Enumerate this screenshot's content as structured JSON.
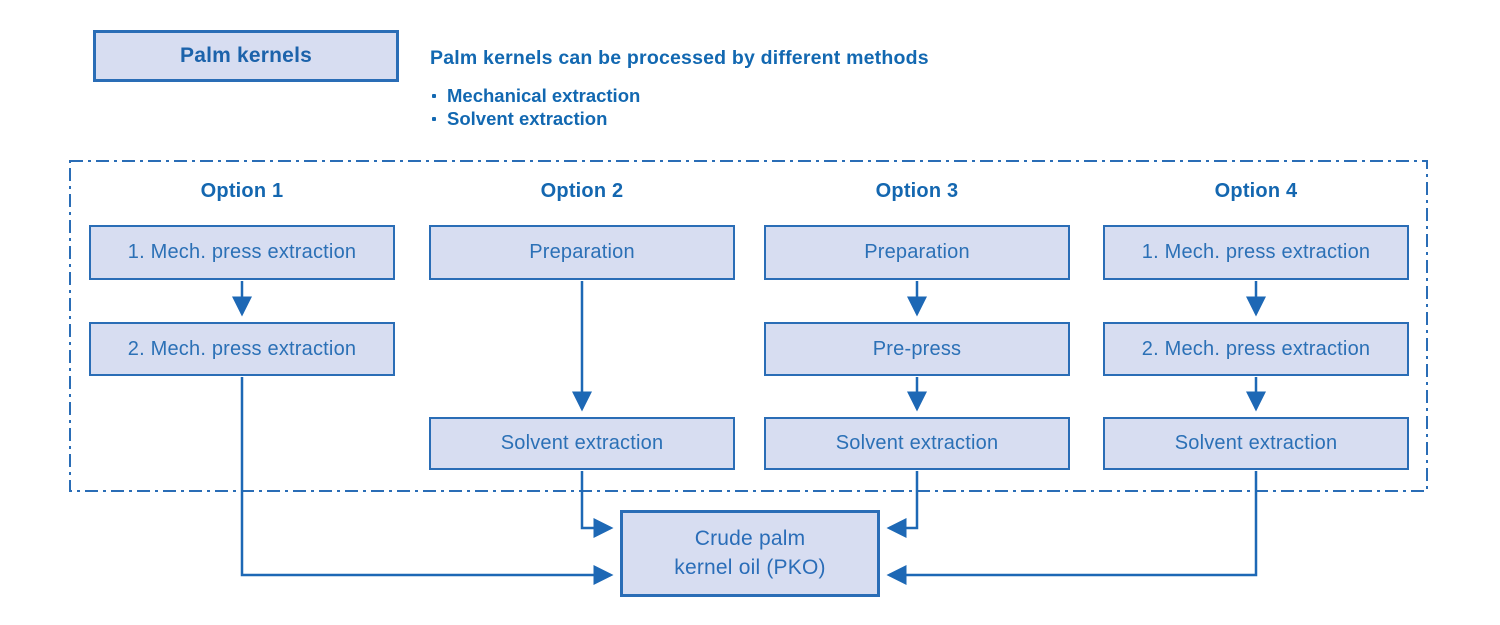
{
  "palm_box": {
    "label": "Palm kernels"
  },
  "intro": {
    "heading": "Palm kernels can be processed by different methods",
    "bullets": [
      "Mechanical extraction",
      "Solvent extraction"
    ]
  },
  "options": [
    {
      "title": "Option 1",
      "steps": [
        "1. Mech. press extraction",
        "2. Mech. press extraction"
      ]
    },
    {
      "title": "Option 2",
      "steps": [
        "Preparation",
        "Solvent extraction"
      ]
    },
    {
      "title": "Option 3",
      "steps": [
        "Preparation",
        "Pre-press",
        "Solvent extraction"
      ]
    },
    {
      "title": "Option 4",
      "steps": [
        "1. Mech. press extraction",
        "2. Mech. press extraction",
        "Solvent extraction"
      ]
    }
  ],
  "output": {
    "label": "Crude palm kernel oil (PKO)",
    "lines": [
      "Crude palm",
      "kernel oil (PKO)"
    ]
  },
  "colors": {
    "box_fill": "#d7ddf1",
    "box_border": "#2a6db6",
    "box_text": "#2b70b6",
    "heading_text": "#1268b1",
    "arrow": "#1d68b5",
    "background": "#ffffff"
  }
}
